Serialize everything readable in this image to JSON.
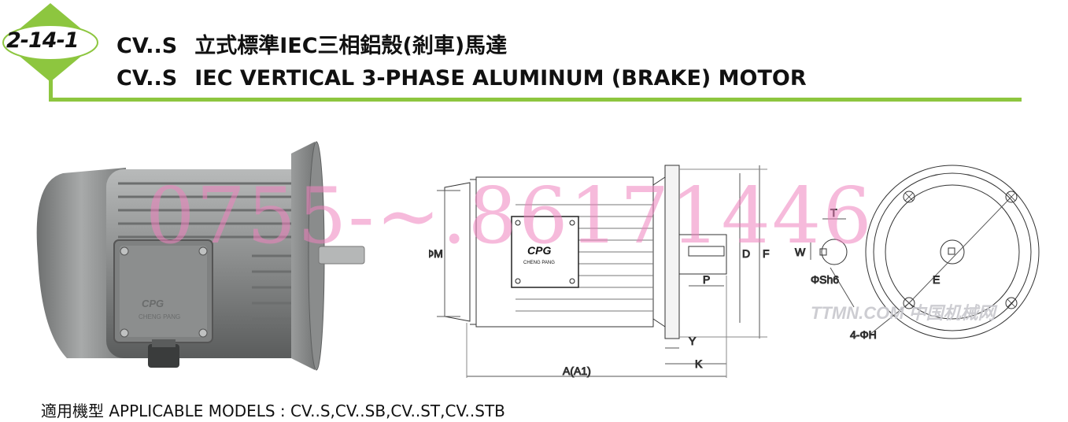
{
  "header": {
    "section_number": "2-14-1",
    "model_code_1": "CV..S",
    "title_chinese": "立式標準IEC三相鋁殼(剎車)馬達",
    "model_code_2": "CV..S",
    "title_english": "IEC VERTICAL 3-PHASE ALUMINUM (BRAKE) MOTOR"
  },
  "photo": {
    "brand_text": "CPG",
    "brand_sub": "CHENG PANG"
  },
  "drawing": {
    "brand_text": "CPG",
    "brand_sub": "CHENG PANG",
    "labels": {
      "phiM": "ΦM",
      "D": "D",
      "F": "F",
      "P": "P",
      "Y": "Y",
      "K": "K",
      "A": "A(A1)",
      "T": "T",
      "W": "W",
      "phiSh6": "ΦSh6",
      "E": "E",
      "H": "4-ΦH"
    }
  },
  "watermark": {
    "phone": "0755-~.86171446",
    "site": "TTMN.COM 中国机械网"
  },
  "footer": {
    "applicable_label": "適用機型 APPLICABLE MODELS : CV..S,CV..SB,CV..ST,CV..STB"
  },
  "colors": {
    "accent_green": "#8dc63f",
    "badge_fill": "#ffffff",
    "motor_gray": "#8a8c8c",
    "watermark_pink": "#ee82be"
  }
}
